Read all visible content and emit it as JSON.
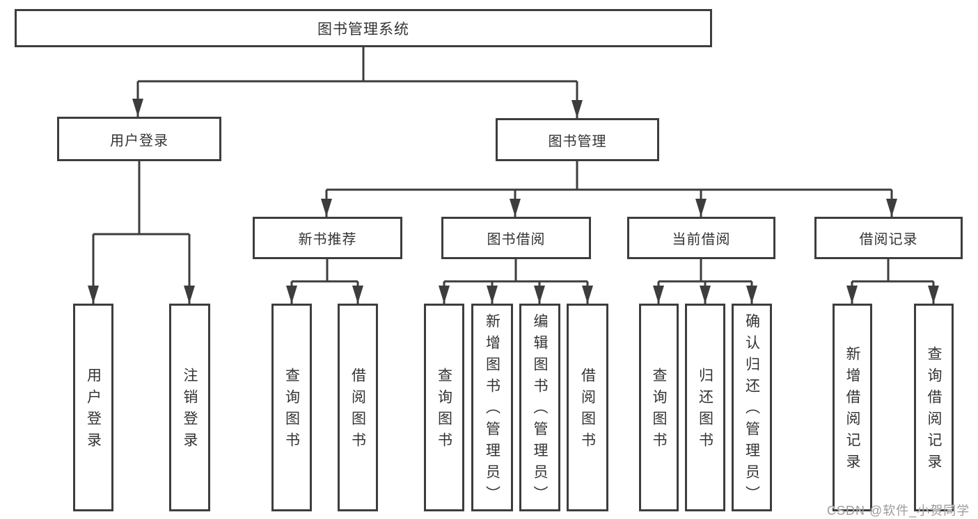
{
  "diagram": {
    "root": {
      "label": "图书管理系统"
    },
    "user_login_branch": {
      "label": "用户登录",
      "children": [
        {
          "label": "用户登录"
        },
        {
          "label": "注销登录"
        }
      ]
    },
    "book_mgmt_branch": {
      "label": "图书管理",
      "sections": [
        {
          "label": "新书推荐",
          "children": [
            {
              "label": "查询图书"
            },
            {
              "label": "借阅图书"
            }
          ]
        },
        {
          "label": "图书借阅",
          "children": [
            {
              "label": "查询图书"
            },
            {
              "label": "新增图书（管理员）"
            },
            {
              "label": "编辑图书（管理员）"
            },
            {
              "label": "借阅图书"
            }
          ]
        },
        {
          "label": "当前借阅",
          "children": [
            {
              "label": "查询图书"
            },
            {
              "label": "归还图书"
            },
            {
              "label": "确认归还（管理员）"
            }
          ]
        },
        {
          "label": "借阅记录",
          "children": [
            {
              "label": "新增借阅记录"
            },
            {
              "label": "查询借阅记录"
            }
          ]
        }
      ]
    },
    "watermark": {
      "text": "CSDN @软件_小贺同学"
    },
    "colors": {
      "line": "#3d3d3d",
      "box_border": "#3d3d3d",
      "text": "#333333",
      "watermark_text": "#9b9b9b",
      "background": "#ffffff"
    }
  }
}
